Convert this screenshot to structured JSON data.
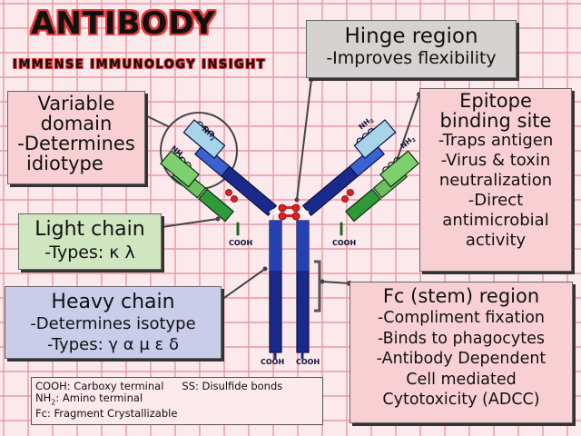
{
  "logo": {
    "title": "ANTIBODY",
    "subtitle": "IMMENSE IMMUNOLOGY INSIGHT"
  },
  "boxes": {
    "variable": {
      "lines": [
        "Variable",
        "domain",
        "-Determines",
        "idiotype"
      ]
    },
    "hinge": {
      "lines": [
        "Hinge region",
        "-Improves flexibility"
      ]
    },
    "epitope": {
      "lines": [
        "Epitope",
        "binding site",
        "-Traps antigen",
        "-Virus & toxin",
        "neutralization",
        "-Direct",
        "antimicrobial",
        "activity"
      ]
    },
    "light": {
      "lines": [
        "Light chain",
        "-Types: κ λ"
      ]
    },
    "heavy": {
      "lines": [
        "Heavy chain",
        "-Determines isotype",
        "-Types: γ α μ ε δ"
      ]
    },
    "fc": {
      "lines": [
        "Fc (stem) region",
        "-Compliment fixation",
        "-Binds to phagocytes",
        "-Antibody Dependent",
        "Cell mediated",
        "Cytotoxicity (ADCC)"
      ]
    }
  },
  "legend": {
    "cooh": "COOH: Carboxy terminal",
    "ss": "SS: Disulfide bonds",
    "nh2_a": "NH",
    "nh2_sub": "2",
    "nh2_b": ": Amino terminal",
    "fc": "Fc: Fragment Crystallizable"
  },
  "diagram": {
    "nh2_label_a": "NH",
    "nh2_label_sub": "2",
    "cooh_label": "COOH"
  },
  "colors": {
    "background": "#fbe9ec",
    "grid": "#e79aa3",
    "red_box": "#f8d0d4",
    "gray_box": "#d6d2d2",
    "green_box": "#cfe6c0",
    "blue_box": "#c9cdea",
    "heavy_dark": "#1a2a8c",
    "heavy_light": "#3a62d0",
    "light_green": "#2e9a3a",
    "light_blue": "#a8d4ea",
    "disulfide": "#e02020",
    "accent_red": "#e43a3a"
  }
}
